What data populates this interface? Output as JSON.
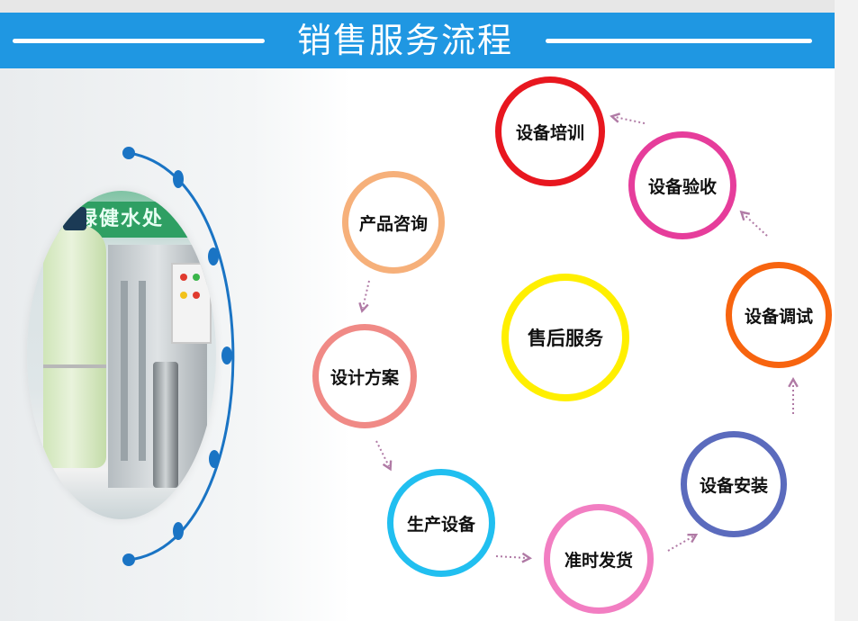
{
  "banner": {
    "title": "销售服务流程",
    "color": "#1f97e2"
  },
  "photo": {
    "sign_text": "绿健水处"
  },
  "center": {
    "label": "售后服务",
    "color": "#ffef00"
  },
  "steps": [
    {
      "label": "产品咨询",
      "color": "#f6b07a"
    },
    {
      "label": "设计方案",
      "color": "#f08a86"
    },
    {
      "label": "生产设备",
      "color": "#21bff0"
    },
    {
      "label": "准时发货",
      "color": "#f27ec2"
    },
    {
      "label": "设备安装",
      "color": "#5b6bbd"
    },
    {
      "label": "设备调试",
      "color": "#f7640f"
    },
    {
      "label": "设备验收",
      "color": "#e63d9b"
    },
    {
      "label": "设备培训",
      "color": "#e8171f"
    }
  ],
  "arrow_color": "#b07aa5",
  "arc_color": "#1a74c4"
}
